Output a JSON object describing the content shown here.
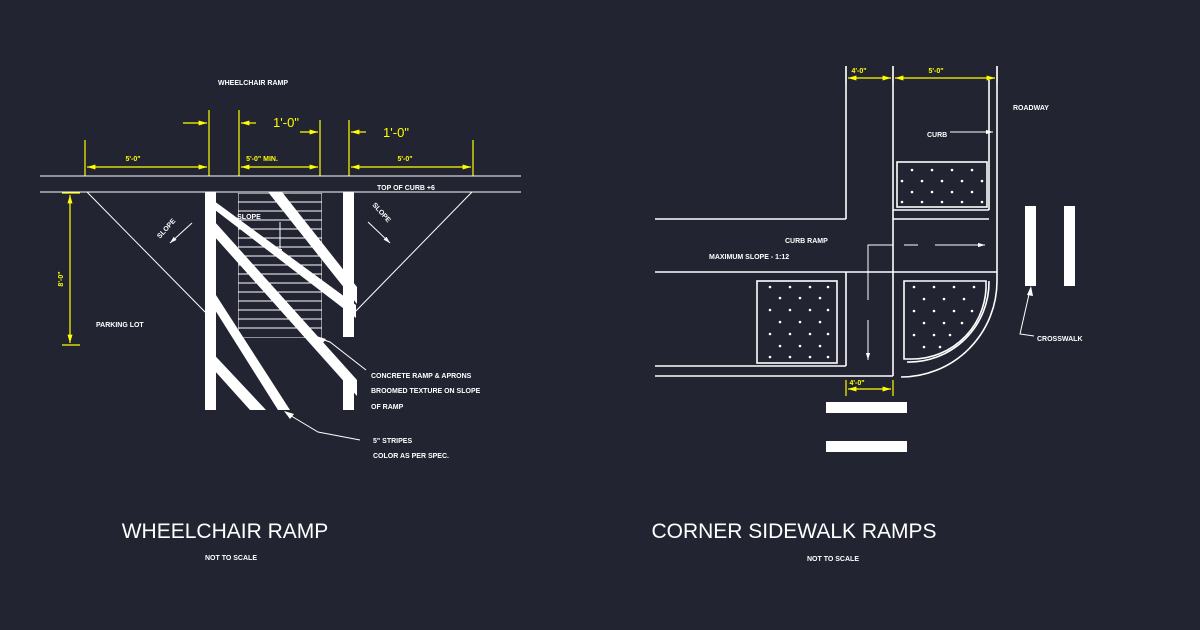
{
  "colors": {
    "background": "#222431",
    "linework": "#ffffff",
    "dimensions": "#ffff00"
  },
  "wheelchair_ramp": {
    "header_label": "WHEELCHAIR RAMP",
    "dim_left": "5'-0\"",
    "dim_center": "5'-0\" MIN.",
    "dim_right": "5'-0\"",
    "dim_offset_left": "1'-0\"",
    "dim_offset_right": "1'-0\"",
    "top_of_curb": "TOP OF CURB +6",
    "slope_left": "SLOPE",
    "slope_center": "SLOPE",
    "slope_right": "SLOPE",
    "dim_height": "8'-0\"",
    "parking_lot": "PARKING LOT",
    "note_concrete_1": "CONCRETE RAMP & APRONS",
    "note_concrete_2": "BROOMED TEXTURE ON SLOPE",
    "note_concrete_3": "OF RAMP",
    "note_stripes_1": "5\" STRIPES",
    "note_stripes_2": "COLOR AS PER SPEC.",
    "title": "WHEELCHAIR RAMP",
    "scale_note": "NOT TO SCALE"
  },
  "corner_ramps": {
    "dim_top_left": "4'-0\"",
    "dim_top_right": "5'-0\"",
    "roadway": "ROADWAY",
    "curb": "CURB",
    "curb_ramp": "CURB RAMP",
    "max_slope": "MAXIMUM SLOPE - 1:12",
    "crosswalk": "CROSSWALK",
    "dim_bottom": "4'-0\"",
    "title": "CORNER SIDEWALK RAMPS",
    "scale_note": "NOT TO SCALE"
  }
}
